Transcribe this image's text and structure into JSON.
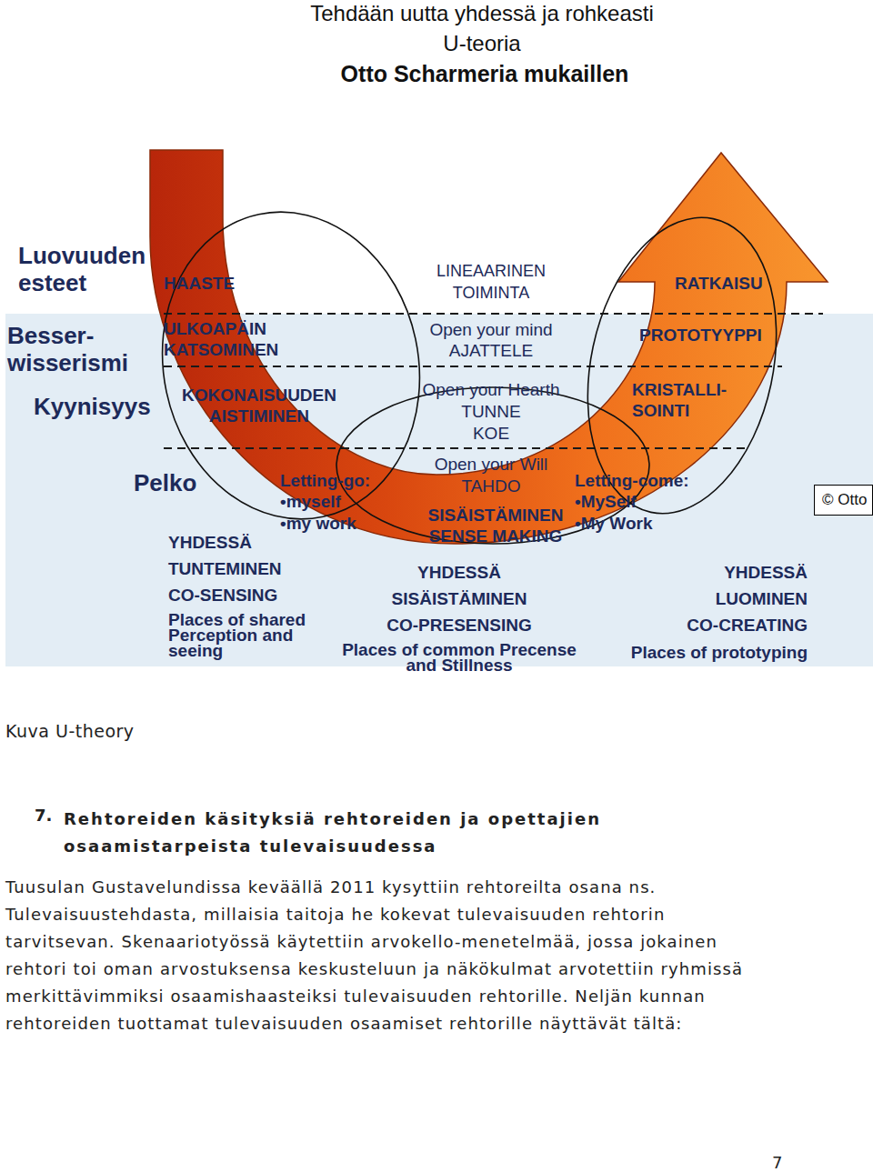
{
  "diagram": {
    "title": "Tehdään uutta yhdessä ja rohkeasti",
    "caption": "Kuva U-theory",
    "nodes": [
      {
        "text": [
          "© Otto"
        ]
      }
    ],
    "labels": [
      "U-teoria",
      "Otto Scharmeria mukaillen",
      "Luovuuden esteet",
      "HAASTE",
      "LINEAARINEN TOIMINTA",
      "RATKAISU",
      "Besser- wisserismi",
      "ULKOAPÄIN KATSOMINEN",
      "Open your mind",
      "AJATTELE",
      "PROTOTYYPPI",
      "Kyynisyys",
      "KOKONAISUUDEN AISTIMINEN",
      "Open your Hearth",
      "TUNNE",
      "KOE",
      "KRISTALLI- SOINTI",
      "Pelko",
      "Letting-go:",
      "•myself",
      "•my work",
      "Open your Will",
      "TAHDO",
      "SISÄISTÄMINEN SENSE MAKING",
      "Letting-come:",
      "•MySelf",
      "•My Work",
      "YHDESSÄ",
      "TUNTEMINEN",
      "CO-SENSING",
      "Places of shared Perception and seeing",
      "YHDESSÄ",
      "SISÄISTÄMINEN",
      "CO-PRESENSING",
      "Places of common Precense and Stillness",
      "YHDESSÄ",
      "LUOMINEN",
      "CO-CREATING",
      "Places of prototyping",
      "7.",
      "Rehtoreiden käsityksiä rehtoreiden ja opettajien osaamistarpeista tulevaisuudessa",
      "Tuusulan Gustavelundissa keväällä 2011 kysyttiin rehtoreilta osana ns. Tulevaisuustehdasta, millaisia taitoja he kokevat tulevaisuuden rehtorin tarvitsevan. Skenaariotyössä käytettiin arvokello-menetelmää, jossa jokainen rehtori toi oman arvostuksensa keskusteluun ja näkökulmat arvotettiin ryhmissä merkittävimmiksi osaamishaasteiksi tulevaisuuden rehtorille. Neljän kunnan rehtoreiden tuottamat tulevaisuuden osaamiset rehtorille näyttävät tältä:",
      "7"
    ]
  }
}
